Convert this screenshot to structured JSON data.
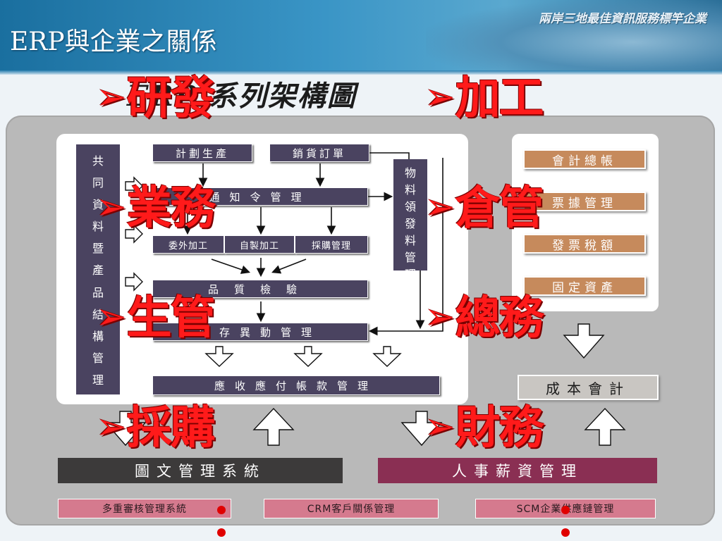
{
  "header": {
    "title": "ERP與企業之關係",
    "slogan": "兩岸三地最佳資訊服務標竿企業"
  },
  "chart_title": "ERP 系列架構圖",
  "left_panel": {
    "vertical_box": [
      "共",
      "同",
      "資",
      "料",
      "暨",
      "產",
      "品",
      "結",
      "構",
      "管",
      "理"
    ],
    "plan_production": "計劃生產",
    "sales_order": "銷貨訂單",
    "order_management": "通知令管理",
    "outsource": "委外加工",
    "self_made": "自製加工",
    "purchase_mgmt": "採購管理",
    "quality_check": "品質檢驗",
    "inventory": "庫存異動管理",
    "receivable_payable": "應收應付帳款管理",
    "material_issue": [
      "物",
      "料",
      "領",
      "發",
      "料",
      "管",
      "理"
    ]
  },
  "right_panel": {
    "items": [
      "會計總帳",
      "票據管理",
      "發票稅額",
      "固定資產"
    ]
  },
  "cost_accounting": "成本會計",
  "bottom": {
    "doc_system": "圖文管理系統",
    "hr_system": "人事薪資管理"
  },
  "footer_bars": [
    "多重審核管理系統",
    "CRM客戶關係管理",
    "SCM企業供應鏈管理"
  ],
  "overlays": {
    "mark": "➢",
    "rd": "研發",
    "process": "加工",
    "business": "業務",
    "warehouse": "倉管",
    "production": "生管",
    "general": "總務",
    "purchase": "採購",
    "finance": "財務"
  },
  "colors": {
    "header_blue": "#1a6f9f",
    "box_purple": "#4a4360",
    "tan": "#c68a5c",
    "pink": "#d57a8e",
    "overlay_red": "#ff1a1a",
    "board_gray": "#b9b9b9"
  }
}
